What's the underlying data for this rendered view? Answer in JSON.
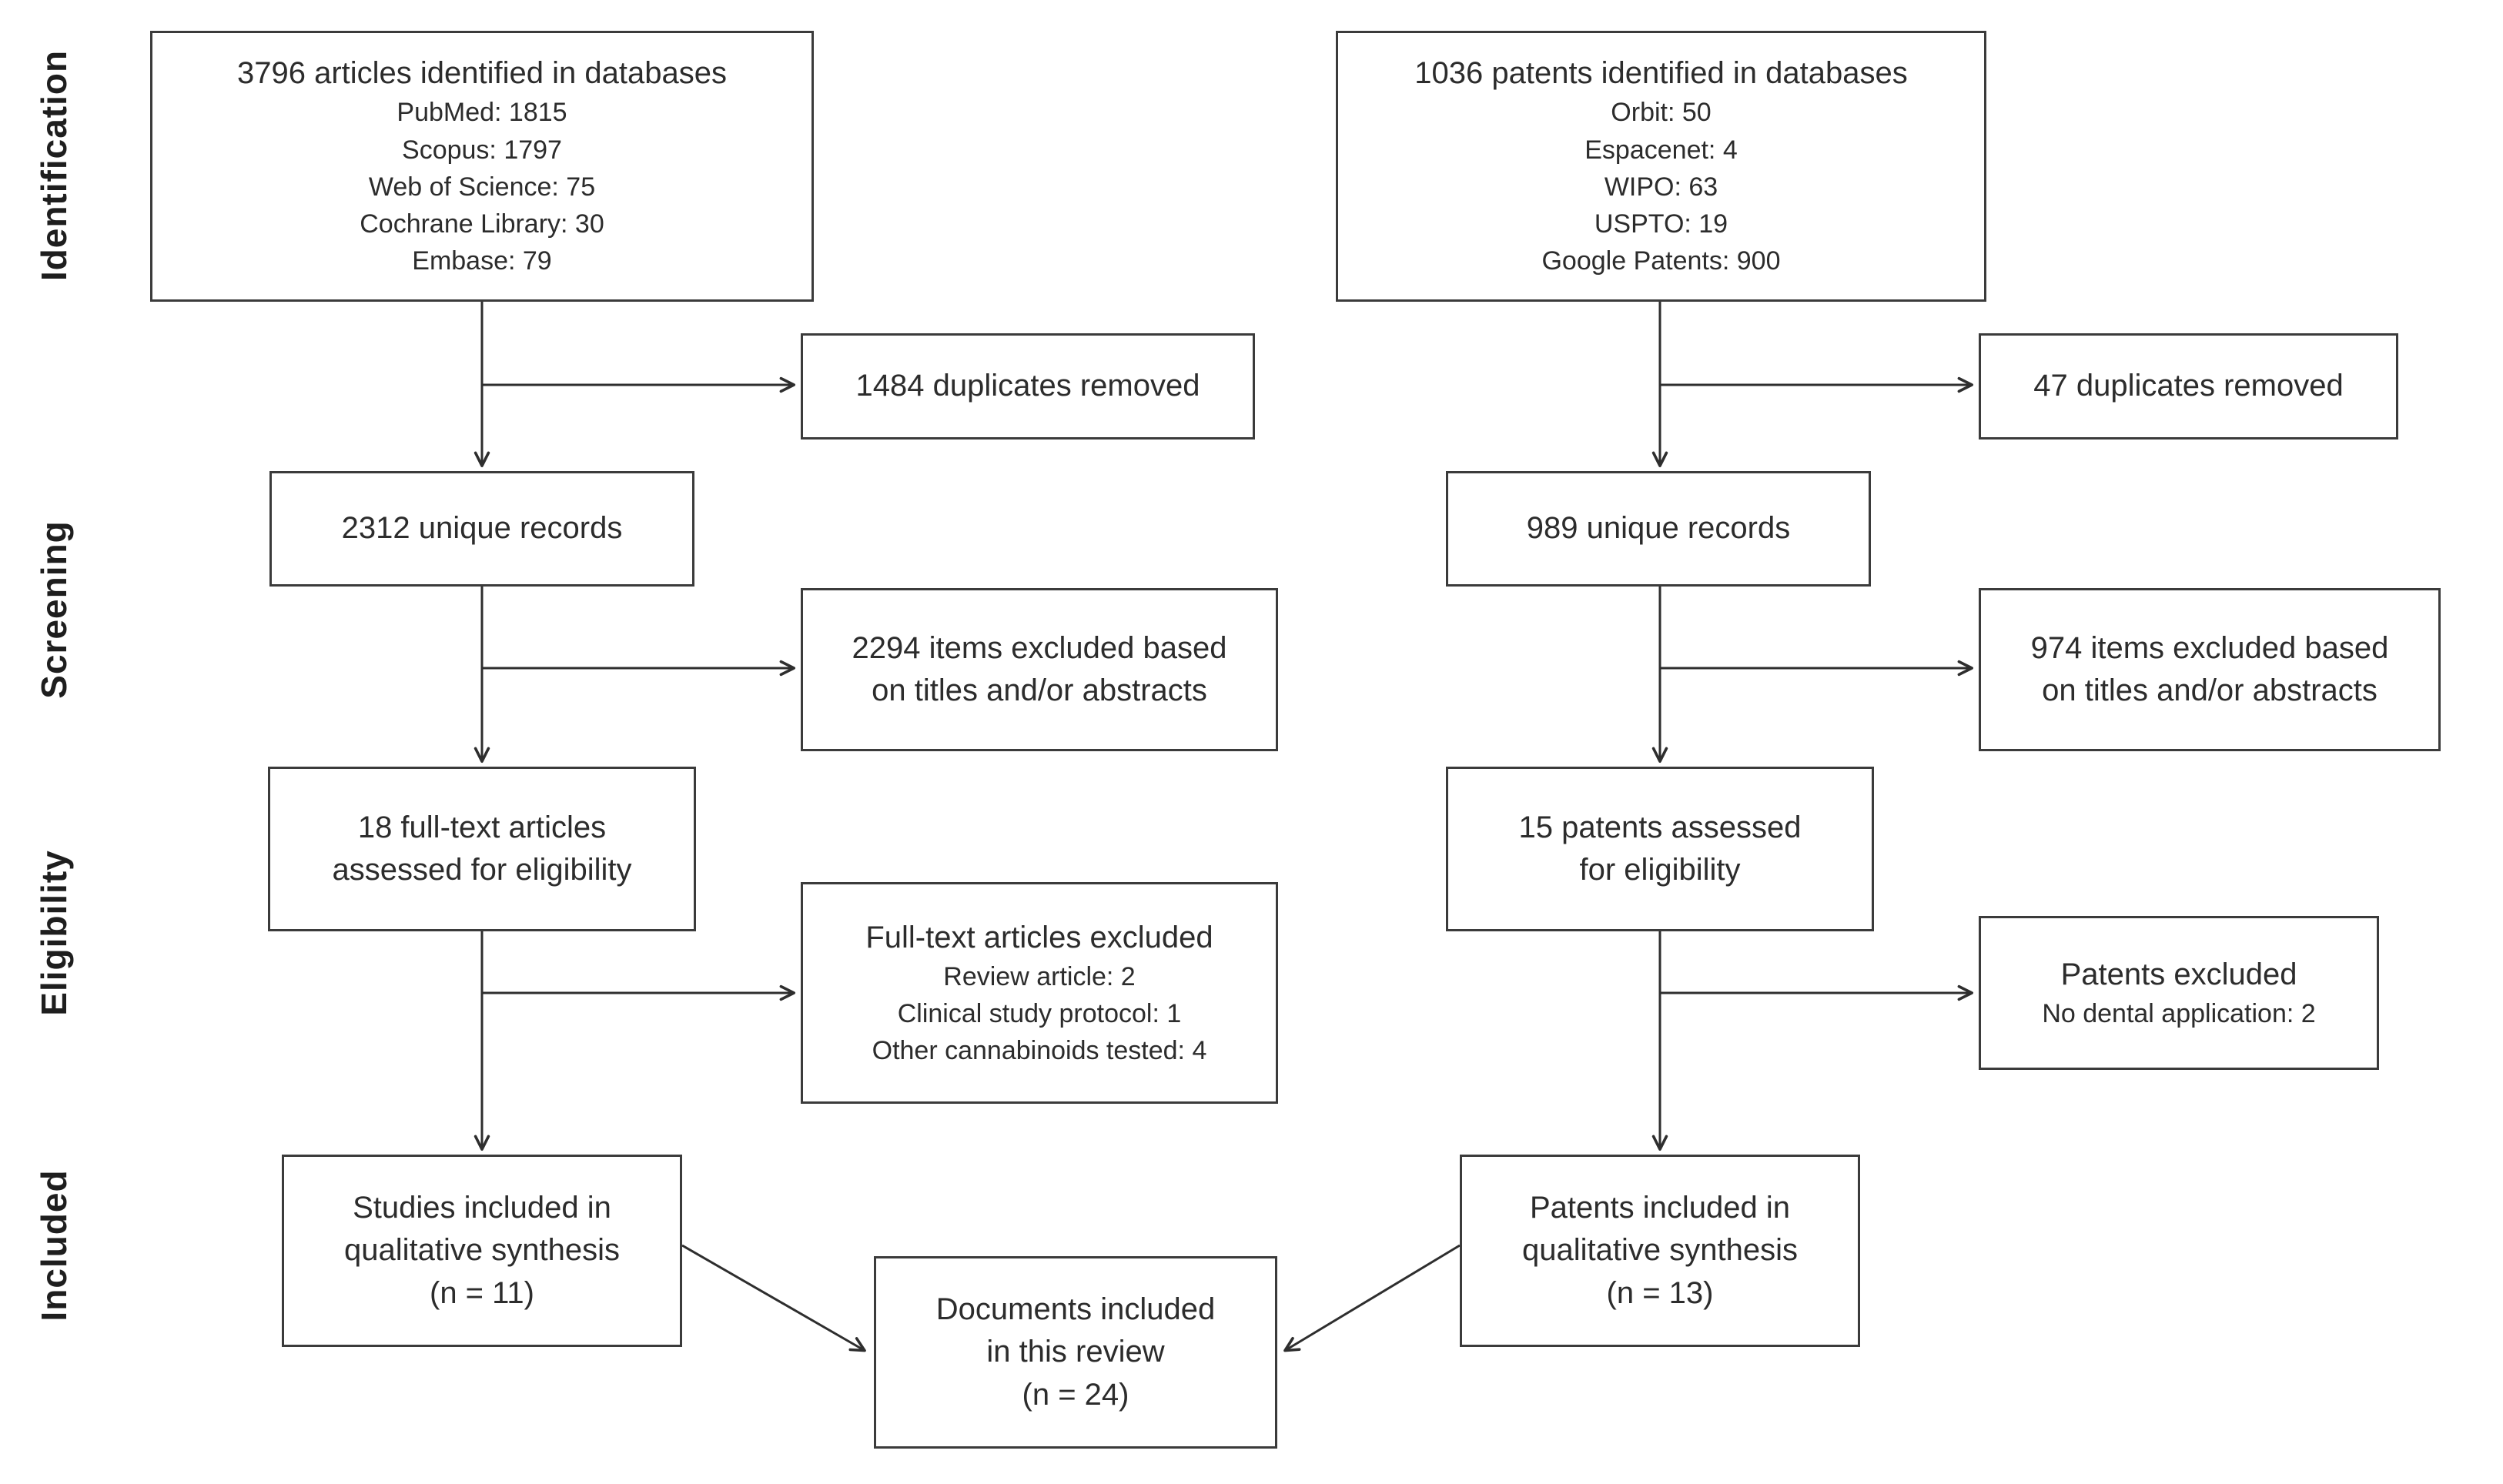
{
  "colors": {
    "background": "#ffffff",
    "box_border": "#3b3b3b",
    "arrow_line": "#2e2e2e",
    "text": "#2c2c2c"
  },
  "stages": [
    "Identification",
    "Screening",
    "Eligibility",
    "Included"
  ],
  "articles": {
    "identified": {
      "title": "3796 articles identified in databases",
      "lines": [
        "PubMed: 1815",
        "Scopus: 1797",
        "Web of Science: 75",
        "Cochrane Library: 30",
        "Embase: 79"
      ]
    },
    "duplicates": "1484 duplicates removed",
    "unique": "2312 unique records",
    "screen_excluded": {
      "lines": [
        "2294 items excluded based",
        "on titles and/or abstracts"
      ]
    },
    "eligibility": {
      "lines": [
        "18 full-text articles",
        "assessed for eligibility"
      ]
    },
    "fulltext_excluded": {
      "title": "Full-text articles excluded",
      "lines": [
        "Review article: 2",
        "Clinical study protocol: 1",
        "Other cannabinoids tested: 4"
      ]
    },
    "included": {
      "lines": [
        "Studies included in",
        "qualitative synthesis",
        "(n = 11)"
      ]
    }
  },
  "patents": {
    "identified": {
      "title": "1036 patents identified in databases",
      "lines": [
        "Orbit: 50",
        "Espacenet: 4",
        "WIPO: 63",
        "USPTO: 19",
        "Google Patents: 900"
      ]
    },
    "duplicates": "47 duplicates removed",
    "unique": "989 unique records",
    "screen_excluded": {
      "lines": [
        "974 items excluded based",
        "on titles and/or abstracts"
      ]
    },
    "eligibility": {
      "lines": [
        "15 patents assessed",
        "for eligibility"
      ]
    },
    "excluded": {
      "title": "Patents excluded",
      "lines": [
        "No dental application: 2"
      ]
    },
    "included": {
      "lines": [
        "Patents included in",
        "qualitative synthesis",
        "(n = 13)"
      ]
    }
  },
  "final": {
    "lines": [
      "Documents included",
      "in this review",
      "(n = 24)"
    ]
  }
}
